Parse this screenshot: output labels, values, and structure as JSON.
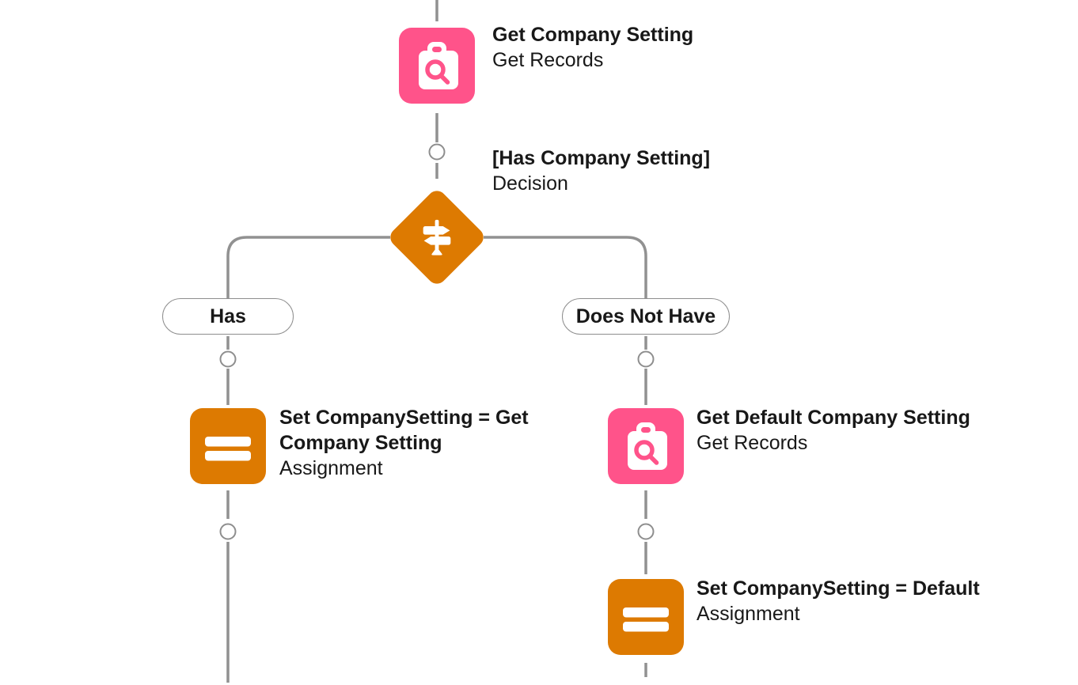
{
  "app": "flow-builder-canvas",
  "colors": {
    "data_pink": "#ff538a",
    "logic_orange": "#dd7a01",
    "connector_gray": "#919191",
    "text_dark": "#181818",
    "canvas_background": "#ffffff"
  },
  "nodes": {
    "get_company_setting": {
      "title": "Get Company Setting",
      "subtitle": "Get Records",
      "icon": "get-records-icon"
    },
    "has_company_setting": {
      "title": "[Has Company Setting]",
      "subtitle": "Decision",
      "icon": "decision-icon"
    },
    "set_companysetting_get": {
      "title": "Set CompanySetting = Get\nCompany Setting",
      "subtitle": "Assignment",
      "icon": "assignment-icon"
    },
    "get_default_company_setting": {
      "title": "Get Default Company Setting",
      "subtitle": "Get Records",
      "icon": "get-records-icon"
    },
    "set_companysetting_default": {
      "title": "Set CompanySetting = Default",
      "subtitle": "Assignment",
      "icon": "assignment-icon"
    }
  },
  "branches": {
    "has": {
      "label": "Has"
    },
    "does_not_have": {
      "label": "Does Not Have"
    }
  }
}
